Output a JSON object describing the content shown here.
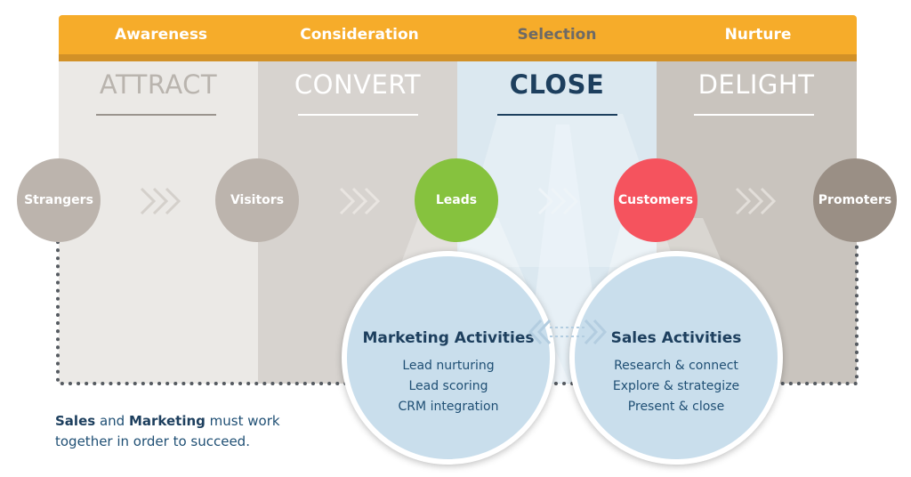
{
  "stages": [
    "Awareness",
    "Consideration",
    "Selection",
    "Nurture"
  ],
  "phases": [
    "ATTRACT",
    "CONVERT",
    "CLOSE",
    "DELIGHT"
  ],
  "funnel": [
    "Strangers",
    "Visitors",
    "Leads",
    "Customers",
    "Promoters"
  ],
  "marketing": {
    "title": "Marketing Activities",
    "items": [
      "Lead nurturing",
      "Lead scoring",
      "CRM integration"
    ]
  },
  "sales": {
    "title": "Sales Activities",
    "items": [
      "Research & connect",
      "Explore & strategize",
      "Present & close"
    ]
  },
  "note": {
    "sales": "Sales",
    "and": "and",
    "marketing": "Marketing",
    "rest": "must work together in order to succeed."
  },
  "colors": {
    "stage_bar": "#f6ac2a",
    "attract": "#ebe9e6",
    "convert": "#d7d3cf",
    "close": "#dbe8f0",
    "delight": "#c9c4be",
    "strangers": "#bcb4ad",
    "visitors": "#bcb4ad",
    "leads": "#86c23e",
    "customers": "#f5535e",
    "promoters": "#9a8f85",
    "navy": "#1d3f5e"
  }
}
